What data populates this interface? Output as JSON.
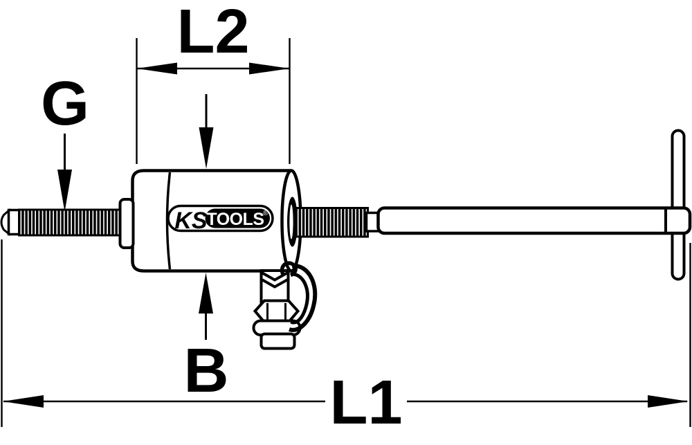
{
  "drawing": {
    "background_color": "#ffffff",
    "line_color": "#000000",
    "dimension_labels": {
      "g": "G",
      "l2": "L2",
      "b": "B",
      "l1": "L1"
    },
    "logo": {
      "ks": "KS",
      "tools": "TOOLS",
      "registered": "®"
    }
  }
}
